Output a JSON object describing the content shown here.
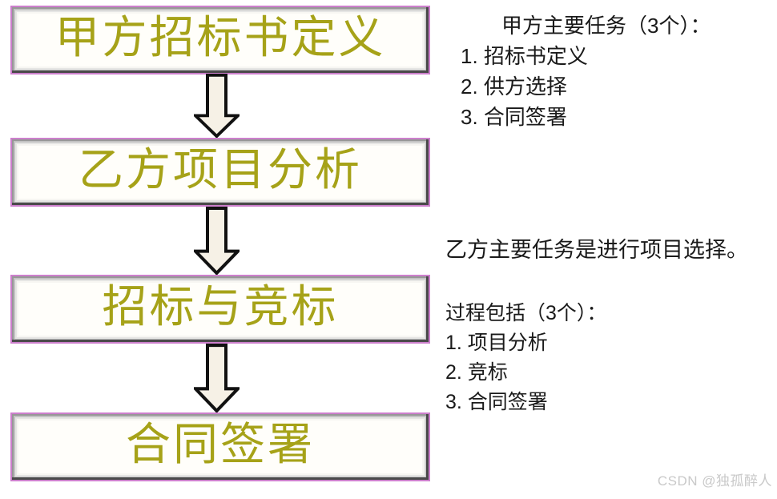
{
  "flow": {
    "boxes": [
      {
        "label": "甲方招标书定义"
      },
      {
        "label": "乙方项目分析"
      },
      {
        "label": "招标与竞标"
      },
      {
        "label": "合同签署"
      }
    ],
    "title_color": "#a6a218",
    "frame_border_color": "#cc7fcc",
    "bevel_shadow_color": "#4a4a4a",
    "arrow_fill": "#f6f1e6",
    "arrow_outline": "#111111"
  },
  "notes": {
    "party_a": {
      "header": "甲方主要任务（3个）：",
      "items": [
        "1. 招标书定义",
        "2. 供方选择",
        "3. 合同签署"
      ]
    },
    "party_b_line": "乙方主要任务是进行项目选择。",
    "process": {
      "header": "过程包括（3个）：",
      "items": [
        "1. 项目分析",
        "2. 竞标",
        "3. 合同签署"
      ]
    }
  },
  "watermark": "CSDN @独孤醉人"
}
